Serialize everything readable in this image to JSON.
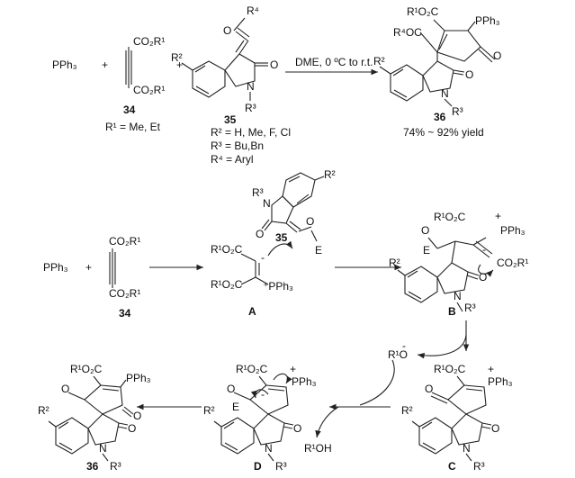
{
  "top": {
    "pph3": "PPh₃",
    "plus1": "+",
    "plus2": "+",
    "r1_ester_top": "CO₂R¹",
    "r1_ester_bottom": "CO₂R¹",
    "label_34": "34",
    "r1_def": "R¹ = Me, Et",
    "r4": "R⁴",
    "o_ketone": "O",
    "r2": "R²",
    "n": "N",
    "o_lactam": "O",
    "r3": "R³",
    "label_35": "35",
    "r2_def": "R² = H, Me, F, Cl",
    "r3_def": "R³ = Bu,Bn",
    "r4_def": "R⁴ = Aryl",
    "conditions": "DME, 0 ºC to r.t.",
    "p36_r1o2c": "R¹O₂C",
    "p36_pph3": "PPh₃",
    "p36_r4oc": "R⁴OC",
    "p36_o1": "O",
    "p36_r2": "R²",
    "p36_n": "N",
    "p36_o2": "O",
    "p36_r3": "R³",
    "label_36": "36",
    "yield": "74% ~ 92% yield"
  },
  "mech": {
    "pph3": "PPh₃",
    "plus": "+",
    "co2r1_a": "CO₂R¹",
    "co2r1_b": "CO₂R¹",
    "label_34": "34",
    "A_r1o2c_top": "R¹O₂C",
    "A_r1o2c_bot": "R¹O₂C",
    "A_minus": "-",
    "A_pph3": "⁺PPh₃",
    "label_A": "A",
    "i35_r3": "R³",
    "i35_n": "N",
    "i35_o": "O",
    "i35_r2": "R²",
    "i35_o2": "O",
    "i35_E": "E",
    "label_35": "35",
    "B_r1o2c": "R¹O₂C",
    "B_plus": "+",
    "B_pph3": "PPh₃",
    "B_o": "O",
    "B_E": "E",
    "B_r2": "R²",
    "B_minus": "-",
    "B_co2r1": "CO₂R¹",
    "B_n": "N",
    "B_o2": "O",
    "B_r3": "R³",
    "label_B": "B",
    "r1o_minus": "R¹O",
    "r1o_charge": "-",
    "r1oh": "R¹OH",
    "label_36": "36",
    "label_D": "D",
    "label_C": "C",
    "ring_r1o2c": "R¹O₂C",
    "ring_pph3": "PPh₃",
    "ring_plus": "+",
    "ring_o": "O",
    "ring_E": "E",
    "ring_r2": "R²",
    "ring_n": "N",
    "ring_o2": "O",
    "ring_r3": "R³",
    "ring_minus": "-"
  }
}
